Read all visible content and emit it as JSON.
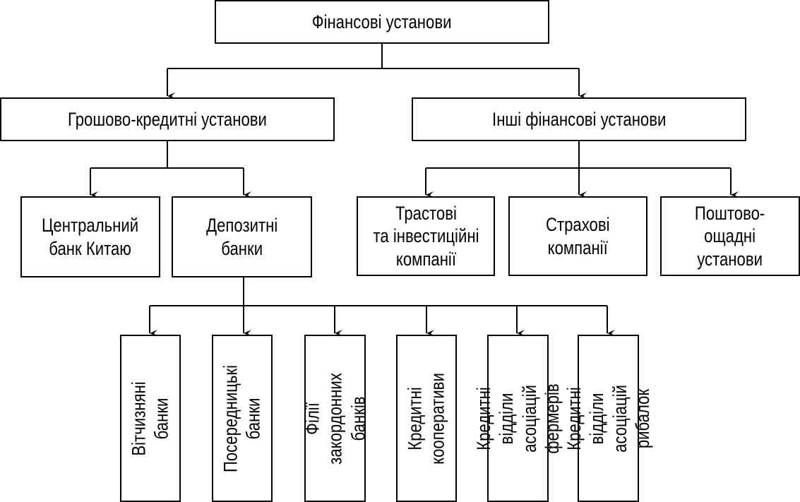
{
  "root": {
    "label": "Фінансові установи"
  },
  "monetary": {
    "label": "Грошово-кредитні установи",
    "central_bank": "Центральний\nбанк Китаю",
    "deposit_banks": "Депозитні\nбанки"
  },
  "other": {
    "label": "Інші фінансові установи",
    "trust": "Трастові\nта інвестиційні\nкомпанії",
    "insurance": "Страхові\nкомпанії",
    "postal": "Поштово-\nощадні\nустанови"
  },
  "deposit_types": [
    "Вітчизняні\nбанки",
    "Посередницькі\nбанки",
    "Філії закордонних\nбанків",
    "Кредитні\nкооперативи",
    "Кредитні відділи\nасоціацій фермерів",
    "Кредитні відділи\nасоціацій рибалок"
  ]
}
